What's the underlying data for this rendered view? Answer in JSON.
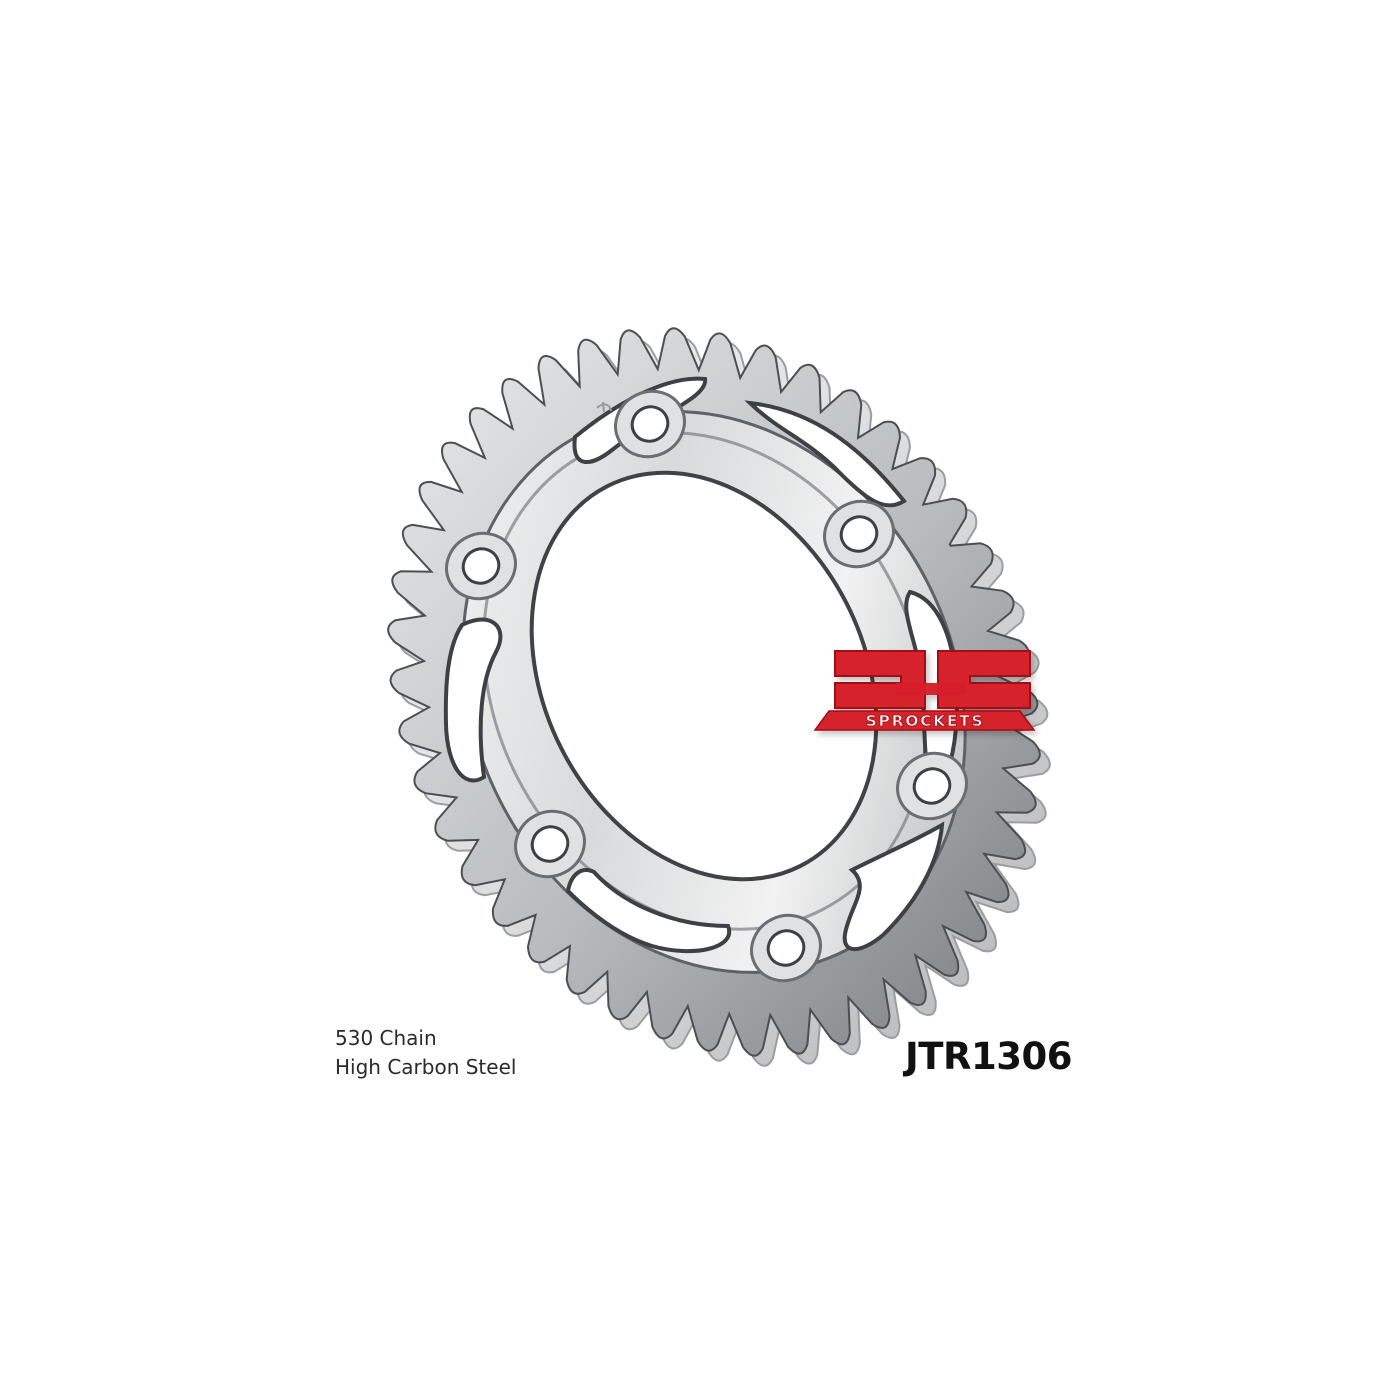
{
  "product": {
    "specs": [
      "530 Chain",
      "High Carbon Steel"
    ],
    "part_number": "JTR1306"
  },
  "sprocket": {
    "teeth": 44,
    "bolt_holes": 6,
    "lightening_slots": 6
  },
  "logo": {
    "name": "jt-sprockets-logo",
    "mark": "JT",
    "word": "SPROCKETS"
  },
  "colors": {
    "background": "#ffffff",
    "steel_light": "#f4f4f4",
    "steel_mid": "#cfd1d3",
    "steel_dark": "#6f7275",
    "outline": "#3b3e42",
    "brand_red": "#d6202a",
    "guide_red": "#c8252c",
    "text": "#2a2a2a"
  }
}
